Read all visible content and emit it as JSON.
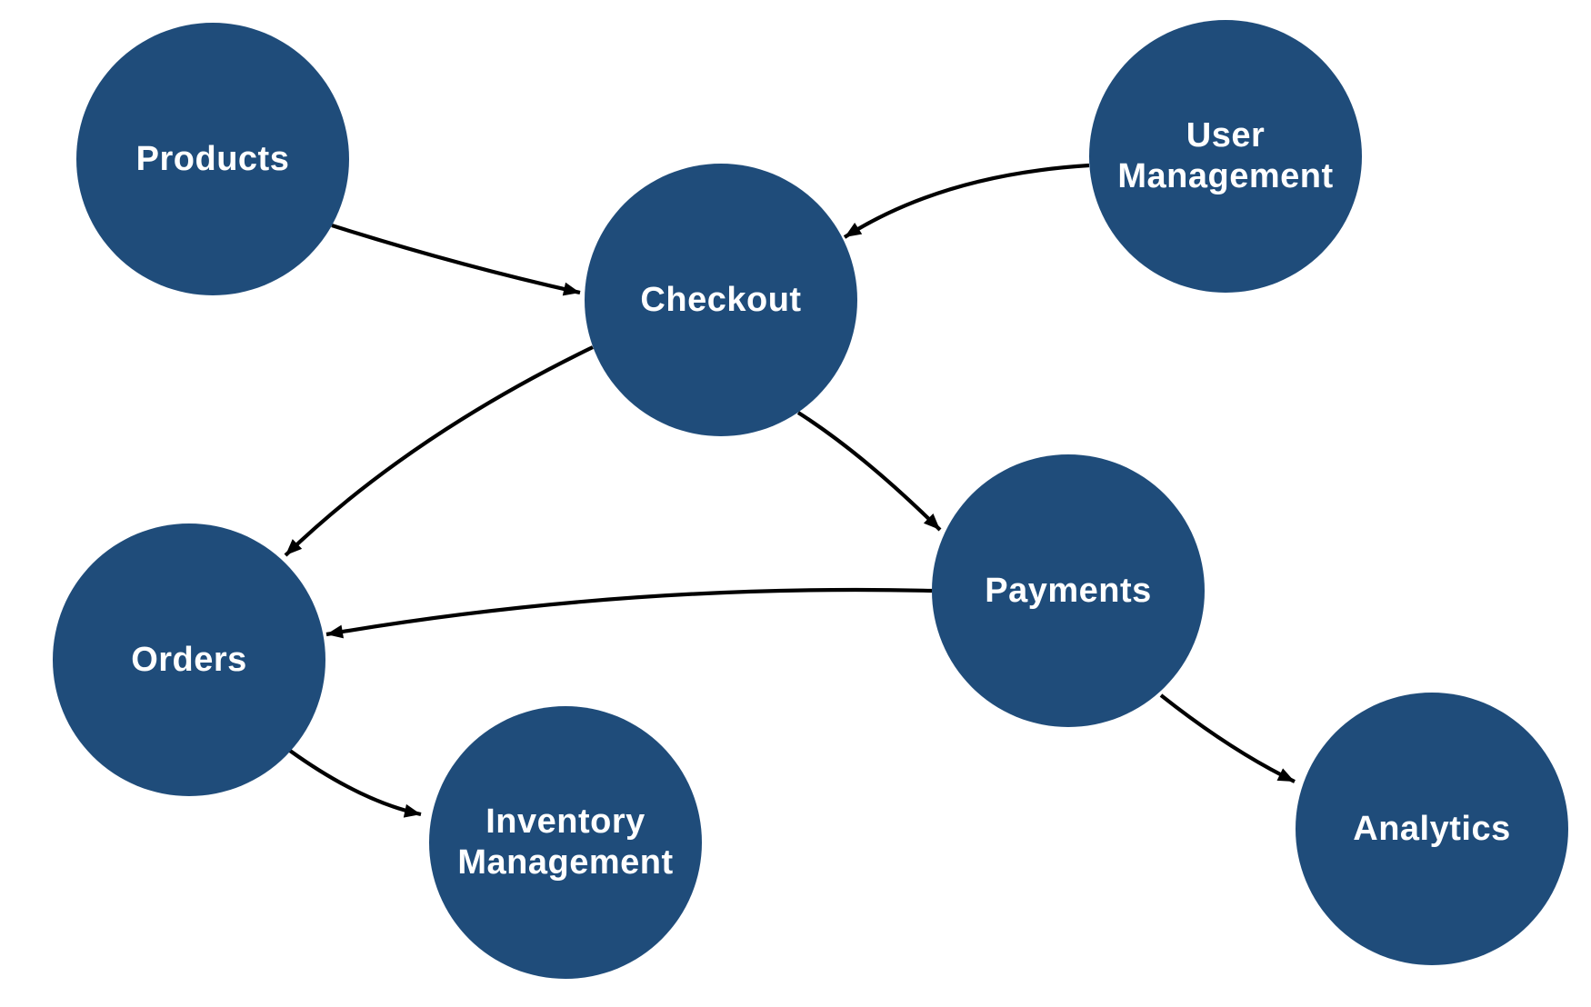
{
  "diagram": {
    "type": "flow-graph",
    "background": "#FFFFFF",
    "nodes": [
      {
        "id": "products",
        "label": "Products"
      },
      {
        "id": "user-management",
        "label": "User\nManagement"
      },
      {
        "id": "checkout",
        "label": "Checkout"
      },
      {
        "id": "orders",
        "label": "Orders"
      },
      {
        "id": "payments",
        "label": "Payments"
      },
      {
        "id": "inventory-management",
        "label": "Inventory\nManagement"
      },
      {
        "id": "analytics",
        "label": "Analytics"
      }
    ],
    "edges": [
      {
        "from": "products",
        "to": "checkout",
        "directed": true
      },
      {
        "from": "user-management",
        "to": "checkout",
        "directed": true
      },
      {
        "from": "checkout",
        "to": "orders",
        "directed": true
      },
      {
        "from": "checkout",
        "to": "payments",
        "directed": true
      },
      {
        "from": "payments",
        "to": "orders",
        "directed": true
      },
      {
        "from": "orders",
        "to": "inventory-management",
        "directed": true
      },
      {
        "from": "payments",
        "to": "analytics",
        "directed": true
      }
    ],
    "colors": {
      "node_fill": "#1F4C7A",
      "node_text": "#FFFFFF",
      "edge_stroke": "#000000",
      "background": "#FFFFFF"
    }
  }
}
